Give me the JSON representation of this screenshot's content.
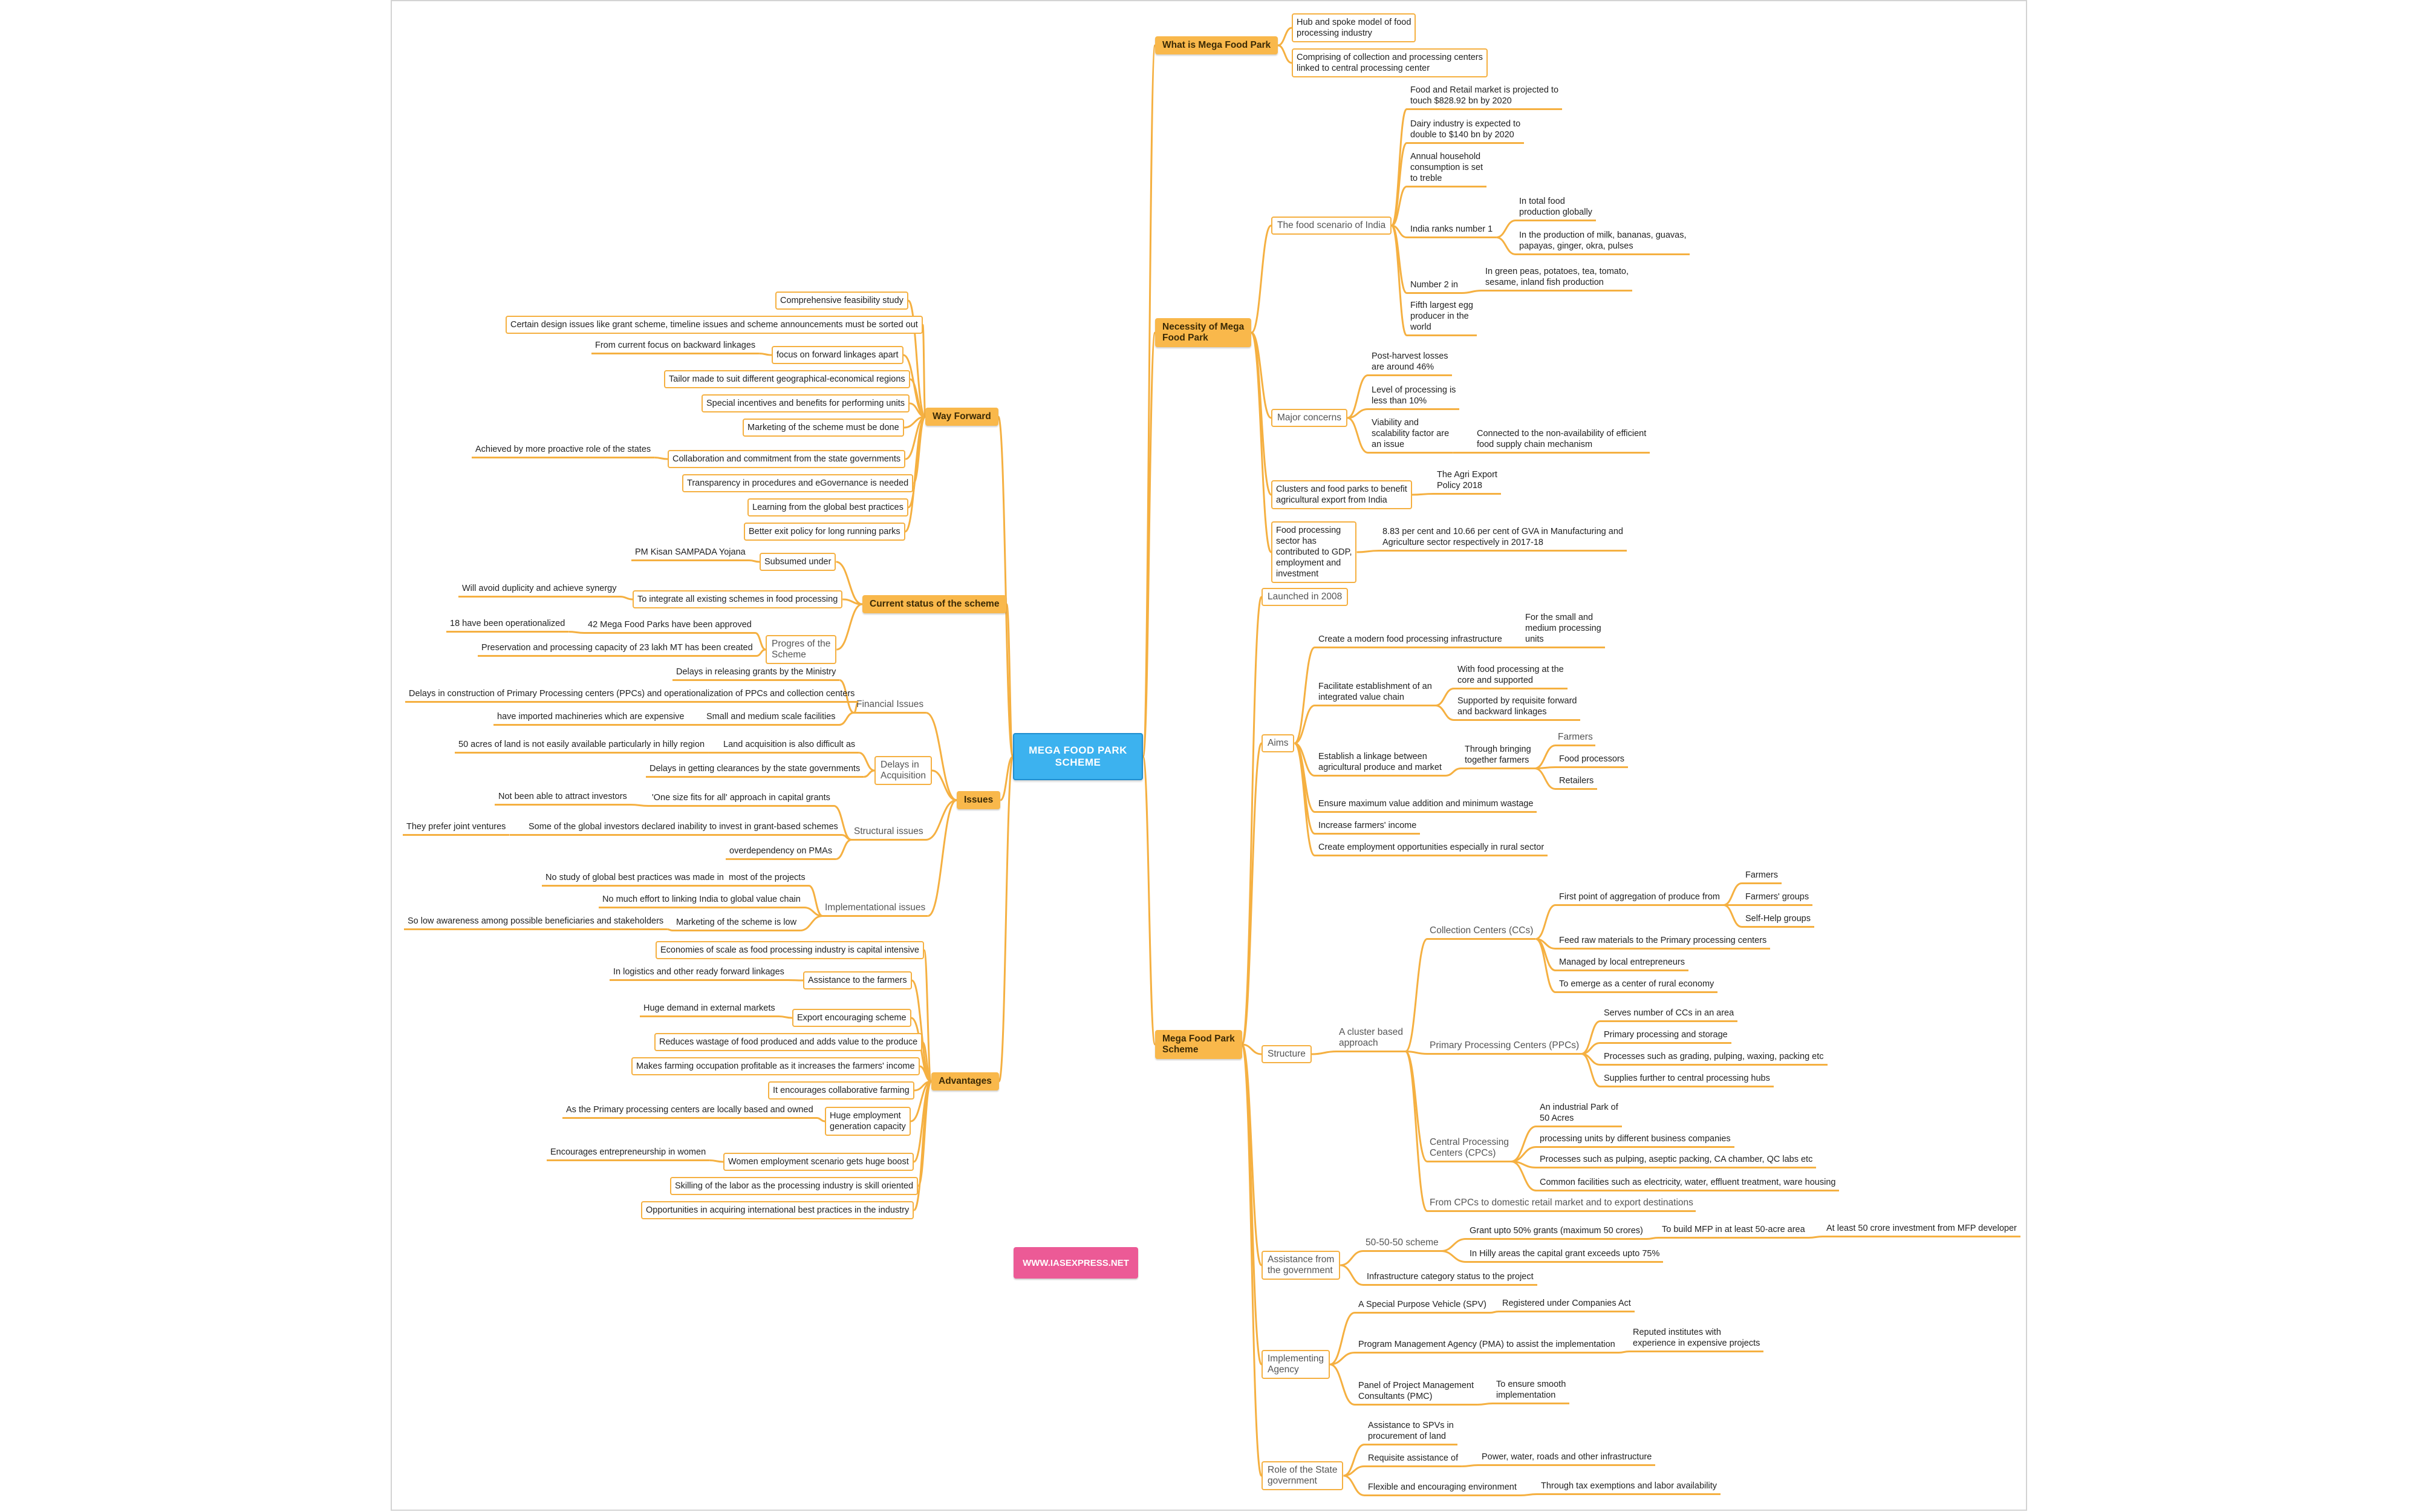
{
  "root_title": "MEGA FOOD PARK SCHEME",
  "website": "WWW.IASEXPRESS.NET",
  "colors": {
    "branch": "#f5b041",
    "main_fill": "#f9b84b",
    "root_fill": "#3cb2ef",
    "site_fill": "#ec5a96"
  },
  "nodes": [
    {
      "id": "what",
      "parent": "root",
      "label": "What is Mega Food Park",
      "style": "m"
    },
    {
      "id": "what1",
      "parent": "what",
      "label": "Hub and spoke model of food\nprocessing industry",
      "style": "b"
    },
    {
      "id": "what2",
      "parent": "what",
      "label": "Comprising of collection and processing centers\nlinked to central processing center",
      "style": "b"
    },
    {
      "id": "nec",
      "parent": "root",
      "label": "Necessity of Mega\nFood Park",
      "style": "m"
    },
    {
      "id": "fs",
      "parent": "nec",
      "label": "The food scenario of India",
      "style": "s"
    },
    {
      "id": "fs1",
      "parent": "fs",
      "label": "Food and Retail market is projected to\ntouch $828.92 bn by 2020",
      "style": "l"
    },
    {
      "id": "fs2",
      "parent": "fs",
      "label": "Dairy industry is expected to\ndouble to $140 bn by 2020",
      "style": "l"
    },
    {
      "id": "fs3",
      "parent": "fs",
      "label": "Annual household\nconsumption is set\nto treble",
      "style": "l"
    },
    {
      "id": "fs4",
      "parent": "fs",
      "label": "India ranks number 1",
      "style": "l"
    },
    {
      "id": "fs4a",
      "parent": "fs4",
      "label": "In total food\nproduction globally",
      "style": "l"
    },
    {
      "id": "fs4b",
      "parent": "fs4",
      "label": "In the production of milk, bananas, guavas,\npapayas, ginger, okra, pulses",
      "style": "l"
    },
    {
      "id": "fs5",
      "parent": "fs",
      "label": "Number 2 in",
      "style": "l"
    },
    {
      "id": "fs5a",
      "parent": "fs5",
      "label": "In green peas, potatoes, tea, tomato,\nsesame, inland fish production",
      "style": "l"
    },
    {
      "id": "fs6",
      "parent": "fs",
      "label": "Fifth largest egg\nproducer in the\nworld",
      "style": "l"
    },
    {
      "id": "mc",
      "parent": "nec",
      "label": "Major concerns",
      "style": "s"
    },
    {
      "id": "mc1",
      "parent": "mc",
      "label": "Post-harvest losses\nare around 46%",
      "style": "l"
    },
    {
      "id": "mc2",
      "parent": "mc",
      "label": "Level of processing is\nless than 10%",
      "style": "l"
    },
    {
      "id": "mc3",
      "parent": "mc",
      "label": "Viability and\nscalability factor are\nan issue",
      "style": "l"
    },
    {
      "id": "mc3a",
      "parent": "mc3",
      "label": "Connected to the non-availability of efficient\nfood supply chain mechanism",
      "style": "l"
    },
    {
      "id": "cl",
      "parent": "nec",
      "label": "Clusters and food parks to benefit\nagricultural export from India",
      "style": "b"
    },
    {
      "id": "cl1",
      "parent": "cl",
      "label": "The Agri Export\nPolicy 2018",
      "style": "l"
    },
    {
      "id": "fp",
      "parent": "nec",
      "label": "Food processing\nsector has\ncontributed to GDP,\nemployment and\ninvestment",
      "style": "b"
    },
    {
      "id": "fp1",
      "parent": "fp",
      "label": "8.83 per cent and 10.66 per cent of GVA in Manufacturing and\nAgriculture sector respectively in 2017-18",
      "style": "l"
    },
    {
      "id": "mfp",
      "parent": "root",
      "label": "Mega Food Park\nScheme",
      "style": "m"
    },
    {
      "id": "l08",
      "parent": "mfp",
      "label": "Launched in 2008",
      "style": "s"
    },
    {
      "id": "aims",
      "parent": "mfp",
      "label": "Aims",
      "style": "s"
    },
    {
      "id": "a1",
      "parent": "aims",
      "label": "Create a modern food processing infrastructure",
      "style": "l"
    },
    {
      "id": "a1a",
      "parent": "a1",
      "label": "For the small and\nmedium processing\nunits",
      "style": "l"
    },
    {
      "id": "a2",
      "parent": "aims",
      "label": "Facilitate establishment of an\nintegrated value chain",
      "style": "l"
    },
    {
      "id": "a2a",
      "parent": "a2",
      "label": "With food processing at the\ncore and supported",
      "style": "l"
    },
    {
      "id": "a2b",
      "parent": "a2",
      "label": "Supported by requisite forward\nand backward linkages",
      "style": "l"
    },
    {
      "id": "a3",
      "parent": "aims",
      "label": "Establish a linkage between\nagricultural produce and market",
      "style": "l"
    },
    {
      "id": "a3a",
      "parent": "a3",
      "label": "Through bringing\ntogether farmers",
      "style": "l"
    },
    {
      "id": "a3a1",
      "parent": "a3a",
      "label": "Farmers",
      "style": "sl"
    },
    {
      "id": "a3a2",
      "parent": "a3a",
      "label": "Food processors",
      "style": "l"
    },
    {
      "id": "a3a3",
      "parent": "a3a",
      "label": "Retailers",
      "style": "l"
    },
    {
      "id": "a4",
      "parent": "aims",
      "label": "Ensure maximum value addition and minimum wastage",
      "style": "l"
    },
    {
      "id": "a5",
      "parent": "aims",
      "label": "Increase farmers' income",
      "style": "l"
    },
    {
      "id": "a6",
      "parent": "aims",
      "label": "Create employment opportunities especially in rural sector",
      "style": "l"
    },
    {
      "id": "str",
      "parent": "mfp",
      "label": "Structure",
      "style": "s"
    },
    {
      "id": "cba",
      "parent": "str",
      "label": "A cluster based\napproach",
      "style": "sl"
    },
    {
      "id": "cc",
      "parent": "cba",
      "label": "Collection Centers (CCs)",
      "style": "sl"
    },
    {
      "id": "cc1",
      "parent": "cc",
      "label": "First point of aggregation of produce from",
      "style": "l"
    },
    {
      "id": "cc1a",
      "parent": "cc1",
      "label": "Farmers",
      "style": "l"
    },
    {
      "id": "cc1b",
      "parent": "cc1",
      "label": "Farmers' groups",
      "style": "l"
    },
    {
      "id": "cc1c",
      "parent": "cc1",
      "label": "Self-Help groups",
      "style": "l"
    },
    {
      "id": "cc2",
      "parent": "cc",
      "label": "Feed raw materials to the Primary processing centers",
      "style": "l"
    },
    {
      "id": "cc3",
      "parent": "cc",
      "label": "Managed by local entrepreneurs",
      "style": "l"
    },
    {
      "id": "cc4",
      "parent": "cc",
      "label": "To emerge as a center of rural economy",
      "style": "l"
    },
    {
      "id": "ppc",
      "parent": "cba",
      "label": "Primary Processing Centers (PPCs)",
      "style": "sl"
    },
    {
      "id": "ppc1",
      "parent": "ppc",
      "label": "Serves number of CCs in an area",
      "style": "l"
    },
    {
      "id": "ppc2",
      "parent": "ppc",
      "label": "Primary processing and storage",
      "style": "l"
    },
    {
      "id": "ppc3",
      "parent": "ppc",
      "label": "Processes such as grading, pulping, waxing, packing etc",
      "style": "l"
    },
    {
      "id": "ppc4",
      "parent": "ppc",
      "label": "Supplies further to central processing hubs",
      "style": "l"
    },
    {
      "id": "cpc",
      "parent": "cba",
      "label": "Central Processing\nCenters (CPCs)",
      "style": "sl"
    },
    {
      "id": "cpc1",
      "parent": "cpc",
      "label": "An industrial Park of\n50 Acres",
      "style": "l"
    },
    {
      "id": "cpc2",
      "parent": "cpc",
      "label": "processing units by different business companies",
      "style": "l"
    },
    {
      "id": "cpc3",
      "parent": "cpc",
      "label": "Processes such as pulping, aseptic packing, CA chamber, QC labs etc",
      "style": "l"
    },
    {
      "id": "cpc4",
      "parent": "cpc",
      "label": "Common facilities such as electricity, water, effluent treatment, ware housing",
      "style": "l"
    },
    {
      "id": "cpc5",
      "parent": "cba",
      "label": "From CPCs to domestic retail market and to export destinations",
      "style": "sl"
    },
    {
      "id": "ag",
      "parent": "mfp",
      "label": "Assistance from\nthe government",
      "style": "s"
    },
    {
      "id": "ag1",
      "parent": "ag",
      "label": "50-50-50 scheme",
      "style": "sl"
    },
    {
      "id": "ag1a",
      "parent": "ag1",
      "label": "Grant upto 50% grants (maximum 50 crores)",
      "style": "l"
    },
    {
      "id": "ag1a1",
      "parent": "ag1a",
      "label": "To build MFP in at least 50-acre area",
      "style": "l"
    },
    {
      "id": "ag1a1a",
      "parent": "ag1a1",
      "label": "At least 50 crore investment from MFP developer",
      "style": "l"
    },
    {
      "id": "ag1b",
      "parent": "ag1",
      "label": "In Hilly areas the capital grant exceeds upto 75%",
      "style": "l"
    },
    {
      "id": "ag2",
      "parent": "ag",
      "label": "Infrastructure category status to the project",
      "style": "l"
    },
    {
      "id": "ia",
      "parent": "mfp",
      "label": "Implementing\nAgency",
      "style": "s"
    },
    {
      "id": "ia1",
      "parent": "ia",
      "label": "A Special Purpose Vehicle (SPV)",
      "style": "l"
    },
    {
      "id": "ia1a",
      "parent": "ia1",
      "label": "Registered under Companies Act",
      "style": "l"
    },
    {
      "id": "ia2",
      "parent": "ia",
      "label": "Program Management Agency (PMA) to assist the implementation",
      "style": "l"
    },
    {
      "id": "ia2a",
      "parent": "ia2",
      "label": "Reputed institutes with\nexperience in expensive projects",
      "style": "l"
    },
    {
      "id": "ia3",
      "parent": "ia",
      "label": "Panel of Project Management\nConsultants (PMC)",
      "style": "l"
    },
    {
      "id": "ia3a",
      "parent": "ia3",
      "label": "To ensure smooth\nimplementation",
      "style": "l"
    },
    {
      "id": "rs",
      "parent": "mfp",
      "label": "Role of the State\ngovernment",
      "style": "s"
    },
    {
      "id": "rs1",
      "parent": "rs",
      "label": "Assistance to SPVs in\nprocurement of land",
      "style": "l"
    },
    {
      "id": "rs2",
      "parent": "rs",
      "label": "Requisite assistance of",
      "style": "l"
    },
    {
      "id": "rs2a",
      "parent": "rs2",
      "label": "Power, water, roads and other infrastructure",
      "style": "l"
    },
    {
      "id": "rs3",
      "parent": "rs",
      "label": "Flexible and encouraging environment",
      "style": "l"
    },
    {
      "id": "rs3a",
      "parent": "rs3",
      "label": "Through tax exemptions and labor availability",
      "style": "l"
    },
    {
      "id": "wf",
      "parent": "root",
      "label": "Way Forward",
      "style": "m"
    },
    {
      "id": "wf1",
      "parent": "wf",
      "label": "Comprehensive feasibility study",
      "style": "b"
    },
    {
      "id": "wf2",
      "parent": "wf",
      "label": "Certain design issues like grant scheme, timeline issues and scheme announcements must be sorted out",
      "style": "b"
    },
    {
      "id": "wf3",
      "parent": "wf",
      "label": "focus on forward linkages apart",
      "style": "b"
    },
    {
      "id": "wf3a",
      "parent": "wf3",
      "label": "From current focus on backward linkages",
      "style": "l"
    },
    {
      "id": "wf4",
      "parent": "wf",
      "label": "Tailor made to suit different geographical-economical regions",
      "style": "b"
    },
    {
      "id": "wf5",
      "parent": "wf",
      "label": "Special incentives and benefits for performing units",
      "style": "b"
    },
    {
      "id": "wf6",
      "parent": "wf",
      "label": "Marketing of the scheme must be done",
      "style": "b"
    },
    {
      "id": "wf7",
      "parent": "wf",
      "label": "Collaboration and commitment from the state governments",
      "style": "b"
    },
    {
      "id": "wf7a",
      "parent": "wf7",
      "label": "Achieved by more proactive role of the states",
      "style": "l"
    },
    {
      "id": "wf8",
      "parent": "wf",
      "label": "Transparency in procedures and eGovernance is needed",
      "style": "b"
    },
    {
      "id": "wf9",
      "parent": "wf",
      "label": "Learning from the global best practices",
      "style": "b"
    },
    {
      "id": "wf10",
      "parent": "wf",
      "label": "Better exit policy for long running parks",
      "style": "b"
    },
    {
      "id": "cs",
      "parent": "root",
      "label": "Current status of the scheme",
      "style": "m"
    },
    {
      "id": "cs1",
      "parent": "cs",
      "label": "Subsumed under",
      "style": "b"
    },
    {
      "id": "cs1a",
      "parent": "cs1",
      "label": "PM Kisan SAMPADA Yojana",
      "style": "l"
    },
    {
      "id": "cs2",
      "parent": "cs",
      "label": "To integrate all existing schemes in food processing",
      "style": "b"
    },
    {
      "id": "cs2a",
      "parent": "cs2",
      "label": "Will avoid duplicity and achieve synergy",
      "style": "l"
    },
    {
      "id": "cs3",
      "parent": "cs",
      "label": "Progres of the\nScheme",
      "style": "s"
    },
    {
      "id": "cs3a",
      "parent": "cs3",
      "label": "42 Mega Food Parks have been approved",
      "style": "l"
    },
    {
      "id": "cs3a1",
      "parent": "cs3a",
      "label": "18 have been operationalized",
      "style": "l"
    },
    {
      "id": "cs3b",
      "parent": "cs3",
      "label": "Preservation and processing capacity of 23 lakh MT has been created",
      "style": "l"
    },
    {
      "id": "is",
      "parent": "root",
      "label": "Issues",
      "style": "m"
    },
    {
      "id": "fi",
      "parent": "is",
      "label": "Financial Issues",
      "style": "sl"
    },
    {
      "id": "fi1",
      "parent": "fi",
      "label": "Delays in releasing grants by the Ministry",
      "style": "l"
    },
    {
      "id": "fi2",
      "parent": "fi",
      "label": "Delays in construction of Primary Processing centers (PPCs) and operationalization of PPCs and collection centers",
      "style": "l"
    },
    {
      "id": "fi3",
      "parent": "fi",
      "label": "Small and medium scale facilities",
      "style": "l"
    },
    {
      "id": "fi3a",
      "parent": "fi3",
      "label": "have imported machineries which are expensive",
      "style": "l"
    },
    {
      "id": "da",
      "parent": "is",
      "label": "Delays in\nAcquisition",
      "style": "s"
    },
    {
      "id": "da1",
      "parent": "da",
      "label": "Land acquisition is also difficult as",
      "style": "l"
    },
    {
      "id": "da1a",
      "parent": "da1",
      "label": "50 acres of land is not easily available particularly in hilly region",
      "style": "l"
    },
    {
      "id": "da2",
      "parent": "da",
      "label": "Delays in getting clearances by the state governments",
      "style": "l"
    },
    {
      "id": "si",
      "parent": "is",
      "label": "Structural issues",
      "style": "sl"
    },
    {
      "id": "si1",
      "parent": "si",
      "label": "'One size fits for all' approach in capital grants",
      "style": "l"
    },
    {
      "id": "si1a",
      "parent": "si1",
      "label": "Not been able to attract investors",
      "style": "l"
    },
    {
      "id": "si2",
      "parent": "si",
      "label": "Some of the global investors declared inability to invest in grant-based schemes",
      "style": "l"
    },
    {
      "id": "si2a",
      "parent": "si2",
      "label": "They prefer joint ventures",
      "style": "l"
    },
    {
      "id": "si3",
      "parent": "si",
      "label": "overdependency on PMAs",
      "style": "l"
    },
    {
      "id": "ii",
      "parent": "is",
      "label": "Implementational issues",
      "style": "sl"
    },
    {
      "id": "ii1",
      "parent": "ii",
      "label": "No study of global best practices was made in  most of the projects",
      "style": "l"
    },
    {
      "id": "ii2",
      "parent": "ii",
      "label": "No much effort to linking India to global value chain",
      "style": "l"
    },
    {
      "id": "ii3",
      "parent": "ii",
      "label": "Marketing of the scheme is low",
      "style": "l"
    },
    {
      "id": "ii3a",
      "parent": "ii3",
      "label": "So low awareness among possible beneficiaries and stakeholders",
      "style": "l"
    },
    {
      "id": "adv",
      "parent": "root",
      "label": "Advantages",
      "style": "m"
    },
    {
      "id": "ad1",
      "parent": "adv",
      "label": "Economies of scale as food processing industry is capital intensive",
      "style": "b"
    },
    {
      "id": "ad2",
      "parent": "adv",
      "label": "Assistance to the farmers",
      "style": "b"
    },
    {
      "id": "ad2a",
      "parent": "ad2",
      "label": "In logistics and other ready forward linkages",
      "style": "l"
    },
    {
      "id": "ad3",
      "parent": "adv",
      "label": "Export encouraging scheme",
      "style": "b"
    },
    {
      "id": "ad3a",
      "parent": "ad3",
      "label": "Huge demand in external markets",
      "style": "l"
    },
    {
      "id": "ad4",
      "parent": "adv",
      "label": "Reduces wastage of food produced and adds value to the produce",
      "style": "b"
    },
    {
      "id": "ad5",
      "parent": "adv",
      "label": "Makes farming occupation profitable as it increases the farmers' income",
      "style": "b"
    },
    {
      "id": "ad6",
      "parent": "adv",
      "label": "It encourages collaborative farming",
      "style": "b"
    },
    {
      "id": "ad7",
      "parent": "adv",
      "label": "Huge employment\ngeneration capacity",
      "style": "b"
    },
    {
      "id": "ad7a",
      "parent": "ad7",
      "label": "As the Primary processing centers are locally based and owned",
      "style": "l"
    },
    {
      "id": "ad8",
      "parent": "adv",
      "label": "Women employment scenario gets huge boost",
      "style": "b"
    },
    {
      "id": "ad8a",
      "parent": "ad8",
      "label": "Encourages entrepreneurship in women",
      "style": "l"
    },
    {
      "id": "ad9",
      "parent": "adv",
      "label": "Skilling of the labor as the processing industry is skill oriented",
      "style": "b"
    },
    {
      "id": "ad10",
      "parent": "adv",
      "label": "Opportunities in acquiring international best practices in the industry",
      "style": "b"
    }
  ]
}
